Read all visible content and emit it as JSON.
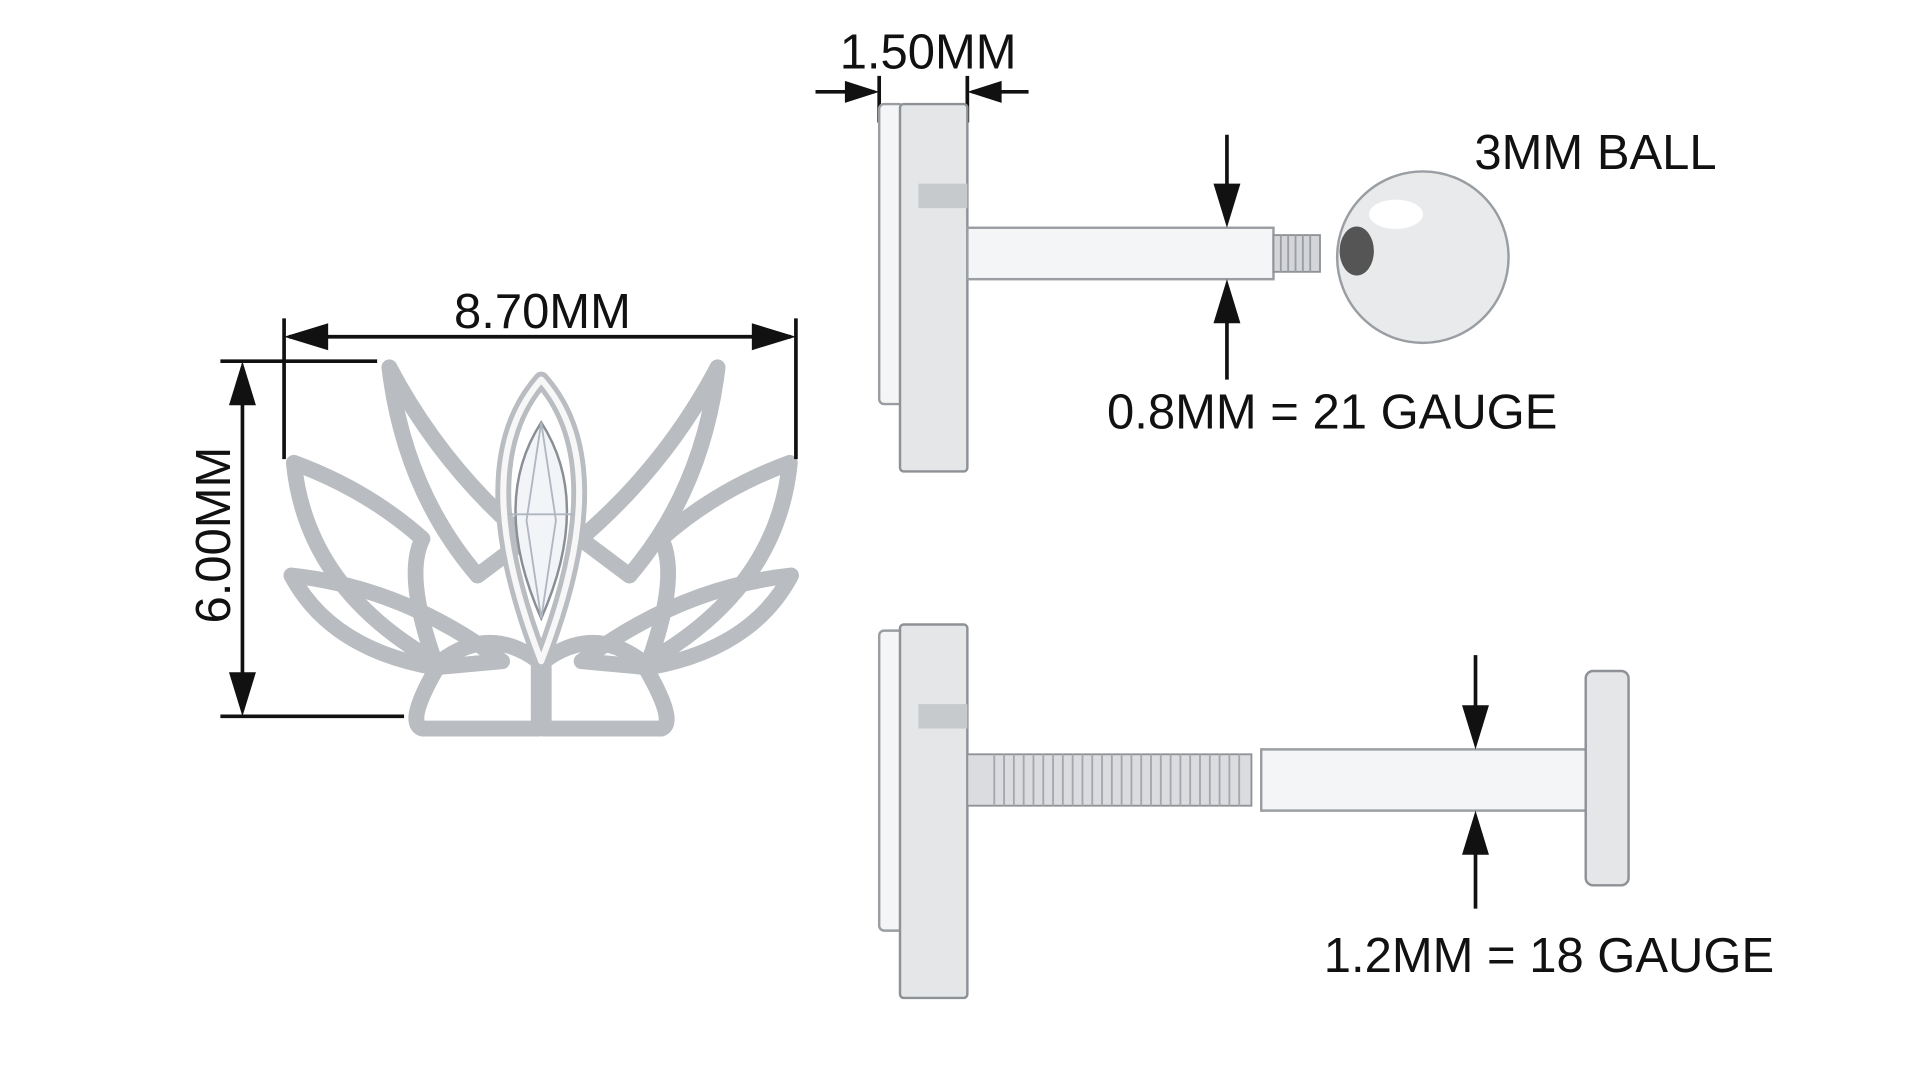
{
  "dimensions": {
    "width": "8.70MM",
    "height": "6.00MM",
    "thickness": "1.50MM",
    "ball": "3MM BALL",
    "gauge_top": "0.8MM = 21 GAUGE",
    "gauge_bottom": "1.2MM = 18 GAUGE"
  },
  "colors": {
    "metal": "#e4e6e8",
    "line": "#111111"
  }
}
